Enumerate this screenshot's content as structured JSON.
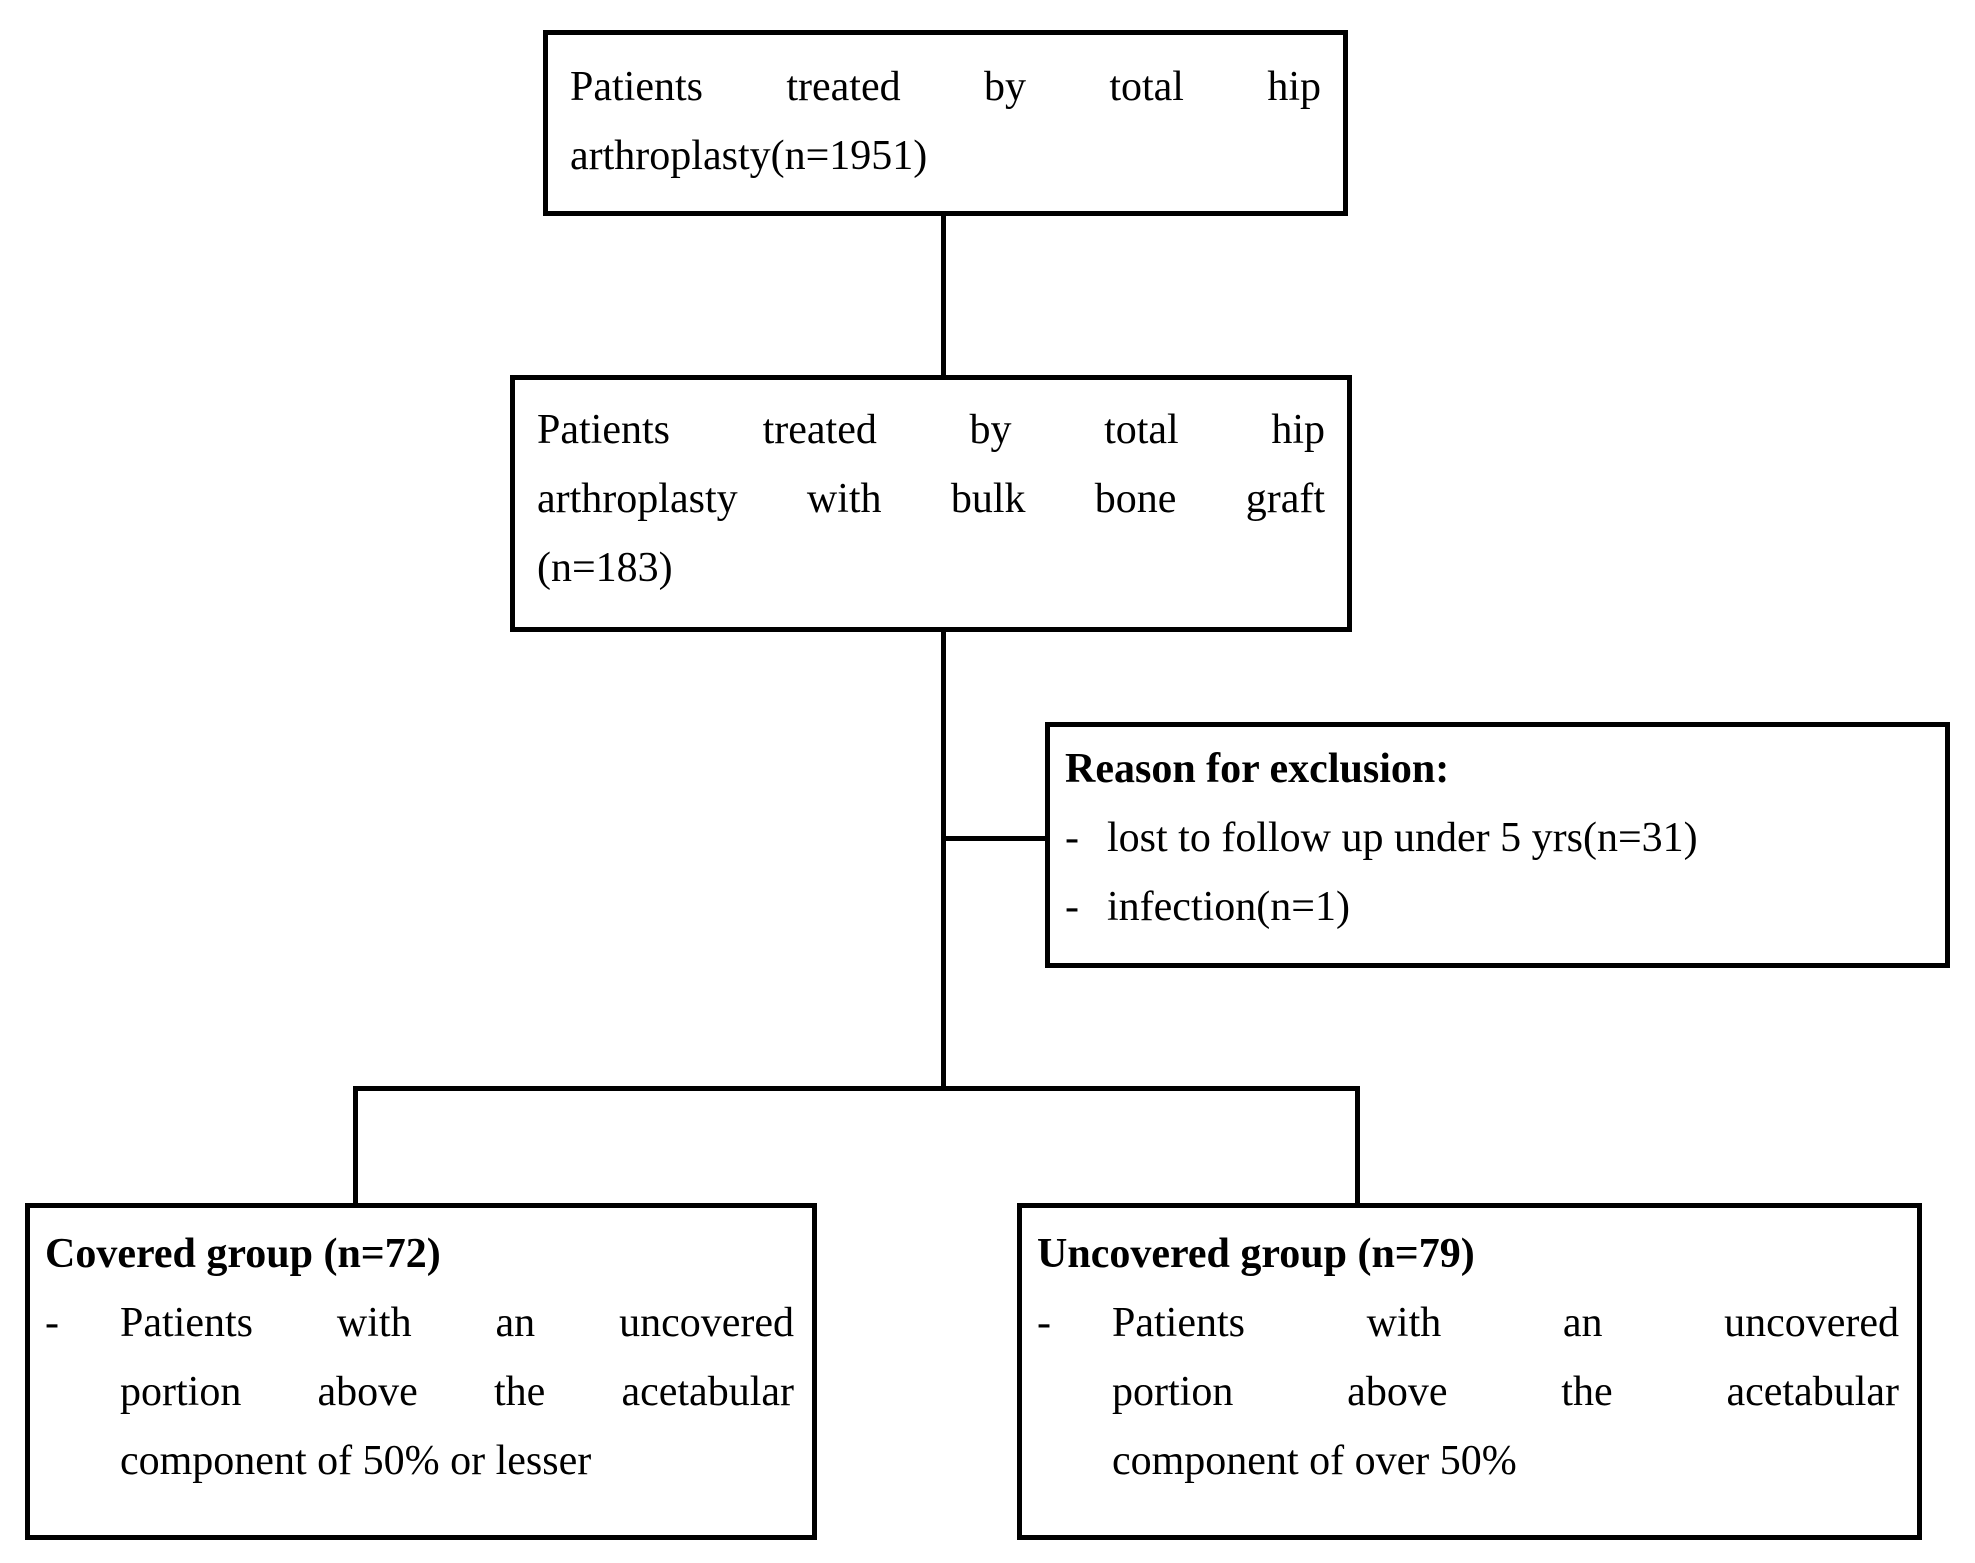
{
  "figure": {
    "type": "patient-flow-diagram",
    "colors": {
      "border": "#000000",
      "background": "#ffffff",
      "text": "#000000"
    },
    "boxes": {
      "total": {
        "lines": [
          "Patients treated by total hip",
          "arthroplasty(n=1951)"
        ]
      },
      "graft": {
        "lines": [
          "Patients treated by total hip",
          "arthroplasty with bulk bone graft",
          "(n=183)"
        ]
      },
      "exclusion": {
        "title": "Reason for exclusion:",
        "bullet_marker": "-",
        "items": [
          "lost to follow up under 5 yrs(n=31)",
          "infection(n=1)"
        ]
      },
      "covered": {
        "title": "Covered group (n=72)",
        "bullet_marker": "-",
        "item_lines": [
          "Patients with an uncovered",
          "portion above the acetabular",
          "component of 50% or lesser"
        ]
      },
      "uncovered": {
        "title": "Uncovered group (n=79)",
        "bullet_marker": "-",
        "item_lines": [
          "Patients with an uncovered",
          "portion above the acetabular",
          "component of over 50%"
        ]
      }
    }
  }
}
